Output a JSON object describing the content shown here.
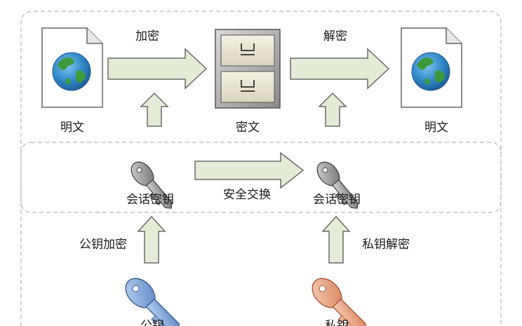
{
  "labels": {
    "encrypt": "加密",
    "decrypt": "解密",
    "plaintext_left": "明文",
    "ciphertext": "密文",
    "plaintext_right": "明文",
    "session_key_left": "会话密钥",
    "key_exchange": "安全交换",
    "session_key_right": "会话密钥",
    "pubkey_encrypt": "公钥加密",
    "privkey_decrypt": "私钥解密",
    "public_key": "公钥",
    "private_key": "私钥"
  },
  "colors": {
    "arrow_fill": "#e4ebd6",
    "arrow_stroke": "#6a6a6a",
    "frame": "#b8b8b8",
    "globe_ocean": "#2f86c6",
    "globe_land": "#3d9a3a",
    "session_key": "#8c8c8c",
    "public_key": "#7fa6dc",
    "private_key": "#e8a07d"
  },
  "icons": [
    "document-globe-icon",
    "file-cabinet-icon",
    "key-icon"
  ]
}
